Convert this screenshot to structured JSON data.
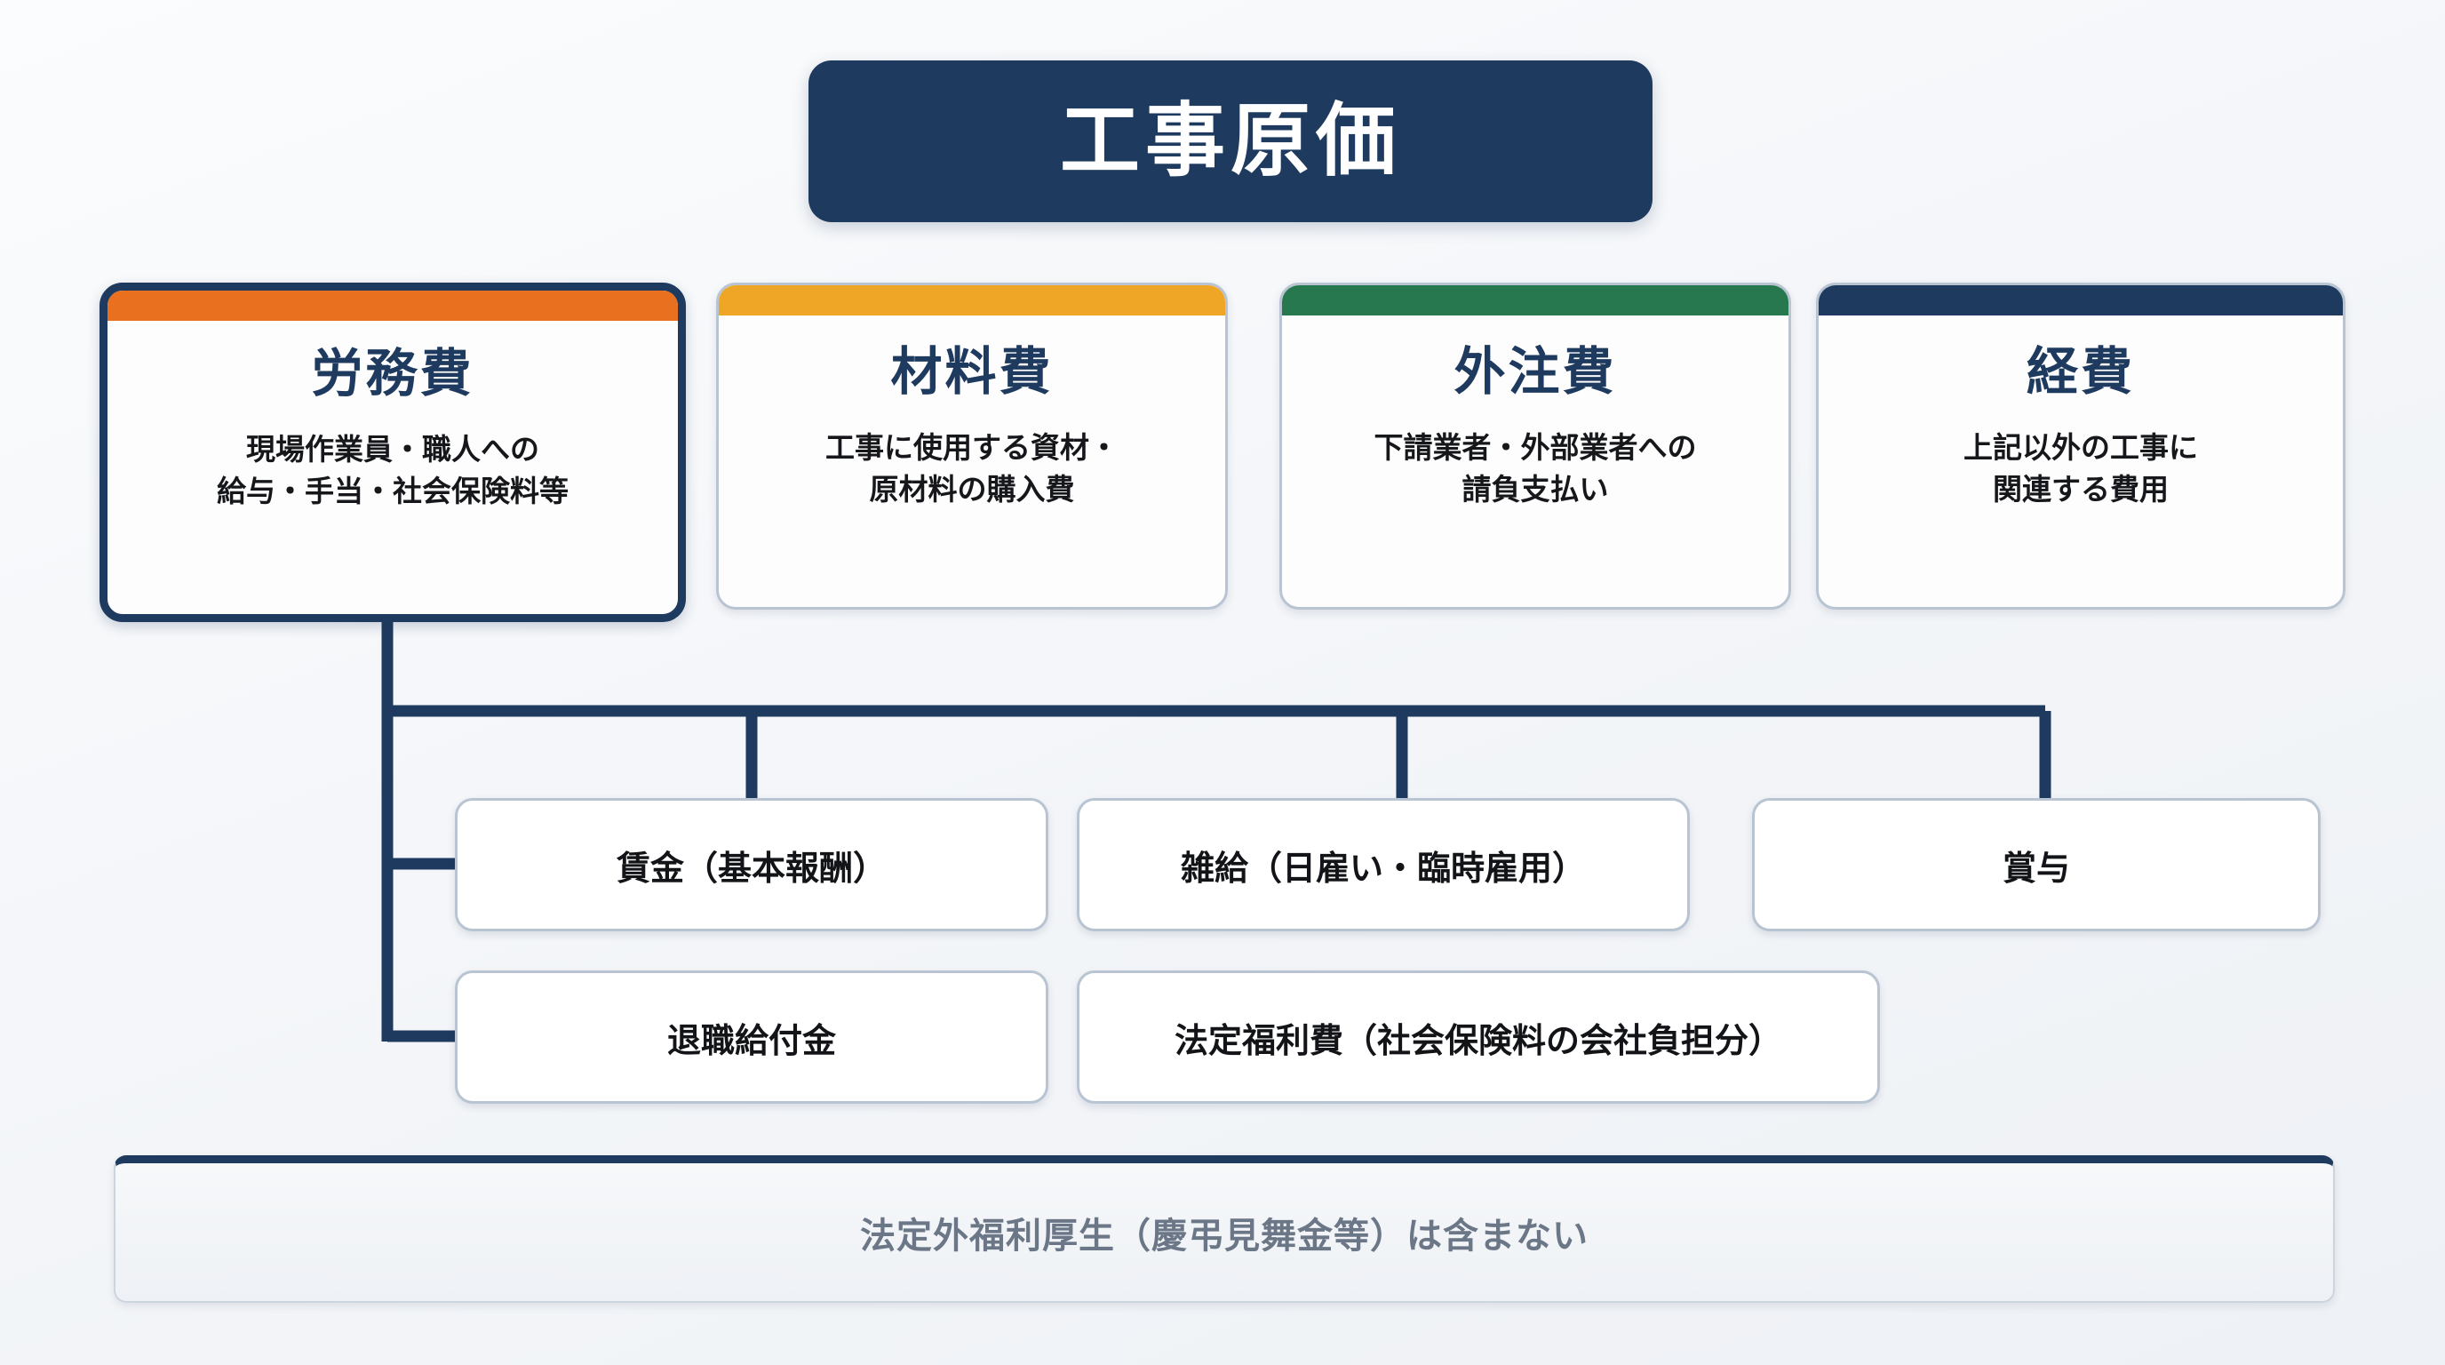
{
  "title": {
    "text": "工事原価"
  },
  "colors": {
    "navy": "#1e3a5f",
    "orange": "#e8701f",
    "amber": "#efa526",
    "green": "#28784f",
    "card_border": "#b9c4d2",
    "background": "#f4f6f9",
    "footer_text": "#6b7687"
  },
  "categories": [
    {
      "name": "労務費",
      "accent": "#e8701f",
      "active": true,
      "description_lines": [
        "現場作業員・職人への",
        "給与・手当・社会保険料等"
      ]
    },
    {
      "name": "材料費",
      "accent": "#efa526",
      "active": false,
      "description_lines": [
        "工事に使用する資材・",
        "原材料の購入費"
      ]
    },
    {
      "name": "外注費",
      "accent": "#28784f",
      "active": false,
      "description_lines": [
        "下請業者・外部業者への",
        "請負支払い"
      ]
    },
    {
      "name": "経費",
      "accent": "#1e3a5f",
      "active": false,
      "description_lines": [
        "上記以外の工事に",
        "関連する費用"
      ]
    }
  ],
  "subitems": [
    {
      "label": "賃金（基本報酬）"
    },
    {
      "label": "雑給（日雇い・臨時雇用）"
    },
    {
      "label": "賞与"
    },
    {
      "label": "退職給付金"
    },
    {
      "label": "法定福利費（社会保険料の会社負担分）"
    }
  ],
  "footer": {
    "note": "法定外福利厚生（慶弔見舞金等）は含まない"
  }
}
